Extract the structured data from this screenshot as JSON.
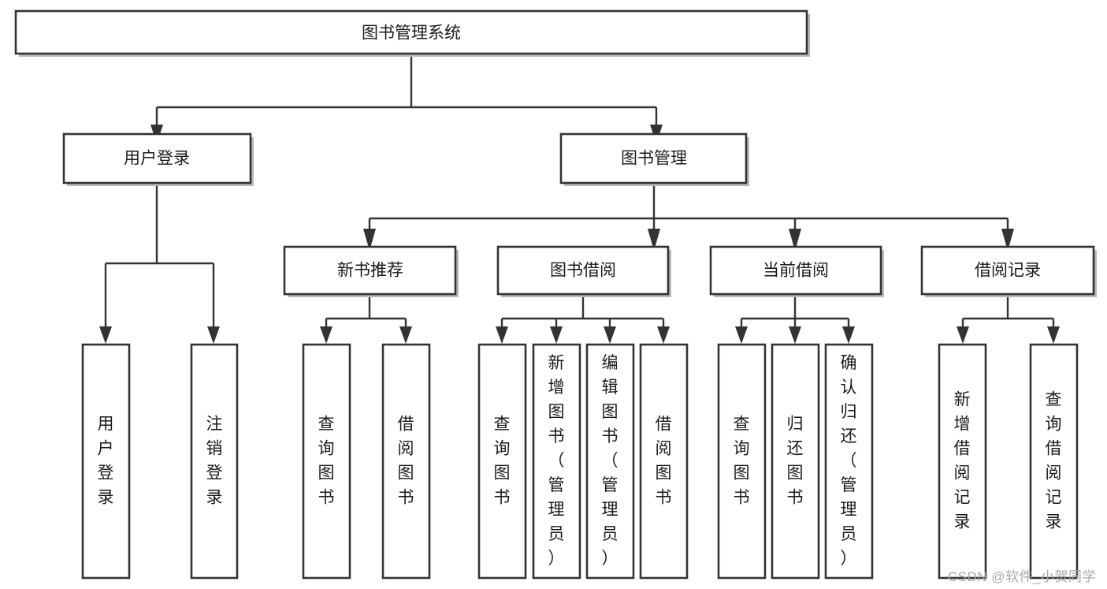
{
  "diagram": {
    "title": "图书管理系统",
    "type": "tree-hierarchy-diagram",
    "watermark": "CSDN @软件_小贺同学",
    "colors": {
      "box_stroke": "#333333",
      "box_fill": "#ffffff",
      "connector": "#333333",
      "text": "#1a1a1a",
      "shadow": "#b9b9b9",
      "watermark": "#a8a8a8",
      "background": "#ffffff"
    },
    "nodes": {
      "root": {
        "label": "图书管理系统",
        "orientation": "horizontal"
      },
      "level2": [
        {
          "id": "user-login",
          "label": "用户登录",
          "orientation": "horizontal"
        },
        {
          "id": "book-manage",
          "label": "图书管理",
          "orientation": "horizontal"
        }
      ],
      "level3": [
        {
          "id": "new-book-recommend",
          "label": "新书推荐",
          "orientation": "horizontal"
        },
        {
          "id": "book-borrow",
          "label": "图书借阅",
          "orientation": "horizontal"
        },
        {
          "id": "current-borrow",
          "label": "当前借阅",
          "orientation": "horizontal"
        },
        {
          "id": "borrow-record",
          "label": "借阅记录",
          "orientation": "horizontal"
        }
      ],
      "leaves": [
        {
          "id": "leaf-user-login",
          "label": "用户登录",
          "parent": "user-login",
          "orientation": "vertical"
        },
        {
          "id": "leaf-logout-login",
          "label": "注销登录",
          "parent": "user-login",
          "orientation": "vertical"
        },
        {
          "id": "leaf-query-book-1",
          "label": "查询图书",
          "parent": "new-book-recommend",
          "orientation": "vertical"
        },
        {
          "id": "leaf-borrow-book-1",
          "label": "借阅图书",
          "parent": "new-book-recommend",
          "orientation": "vertical"
        },
        {
          "id": "leaf-query-book-2",
          "label": "查询图书",
          "parent": "book-borrow",
          "orientation": "vertical"
        },
        {
          "id": "leaf-add-book",
          "label": "新增图书（管理员）",
          "parent": "book-borrow",
          "orientation": "vertical"
        },
        {
          "id": "leaf-edit-book",
          "label": "编辑图书（管理员）",
          "parent": "book-borrow",
          "orientation": "vertical"
        },
        {
          "id": "leaf-borrow-book-2",
          "label": "借阅图书",
          "parent": "book-borrow",
          "orientation": "vertical"
        },
        {
          "id": "leaf-query-book-3",
          "label": "查询图书",
          "parent": "current-borrow",
          "orientation": "vertical"
        },
        {
          "id": "leaf-return-book",
          "label": "归还图书",
          "parent": "current-borrow",
          "orientation": "vertical"
        },
        {
          "id": "leaf-confirm-return",
          "label": "确认归还（管理员）",
          "parent": "current-borrow",
          "orientation": "vertical"
        },
        {
          "id": "leaf-add-record",
          "label": "新增借阅记录",
          "parent": "borrow-record",
          "orientation": "vertical"
        },
        {
          "id": "leaf-query-record",
          "label": "查询借阅记录",
          "parent": "borrow-record",
          "orientation": "vertical"
        }
      ]
    }
  }
}
